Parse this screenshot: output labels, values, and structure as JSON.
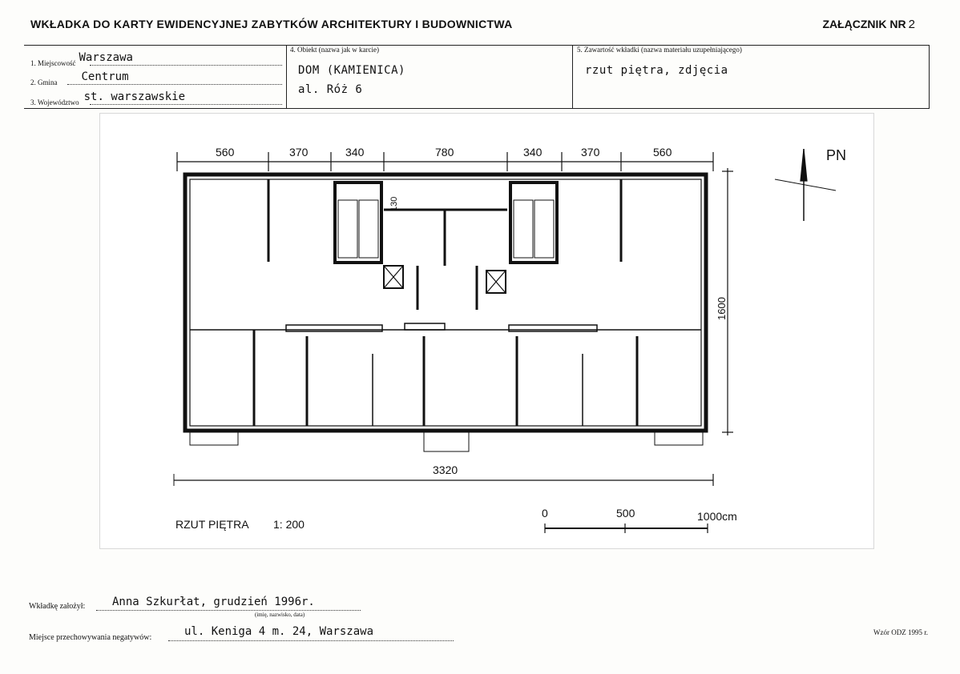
{
  "header": {
    "title": "WKŁADKA DO KARTY EWIDENCYJNEJ ZABYTKÓW ARCHITEKTURY I BUDOWNICTWA",
    "annex_label": "ZAŁĄCZNIK NR",
    "annex_number": "2"
  },
  "fields": {
    "miejscowosc": {
      "label": "1. Miejscowość",
      "value": "Warszawa"
    },
    "gmina": {
      "label": "2. Gmina",
      "value": "Centrum"
    },
    "wojewodztwo": {
      "label": "3. Województwo",
      "value": "st. warszawskie"
    },
    "obiekt": {
      "label": "4. Obiekt (nazwa jak w karcie)",
      "line1": "DOM (KAMIENICA)",
      "line2": "al. Róż 6"
    },
    "zawartosc": {
      "label": "5. Zawartość wkładki (nazwa materiału uzupełniającego)",
      "value": "rzut piętra, zdjęcia"
    }
  },
  "plan": {
    "dims_top": [
      "560",
      "370",
      "340",
      "780",
      "340",
      "370",
      "560"
    ],
    "dim_total": "3320",
    "dim_height": "1600",
    "dim_small": "130",
    "north_label": "PN",
    "caption": "RZUT PIĘTRA",
    "scale": "1: 200",
    "scalebar": {
      "t0": "0",
      "t1": "500",
      "t2": "1000cm"
    }
  },
  "footer": {
    "founder_label": "Wkładkę założył:",
    "founder_value": "Anna Szkurłat, grudzień 1996r.",
    "founder_hint": "(imię, nazwisko, data)",
    "storage_label": "Miejsce przechowywania negatywów:",
    "storage_value": "ul. Keniga 4 m. 24, Warszawa",
    "form_code": "Wzór ODZ 1995 r."
  }
}
